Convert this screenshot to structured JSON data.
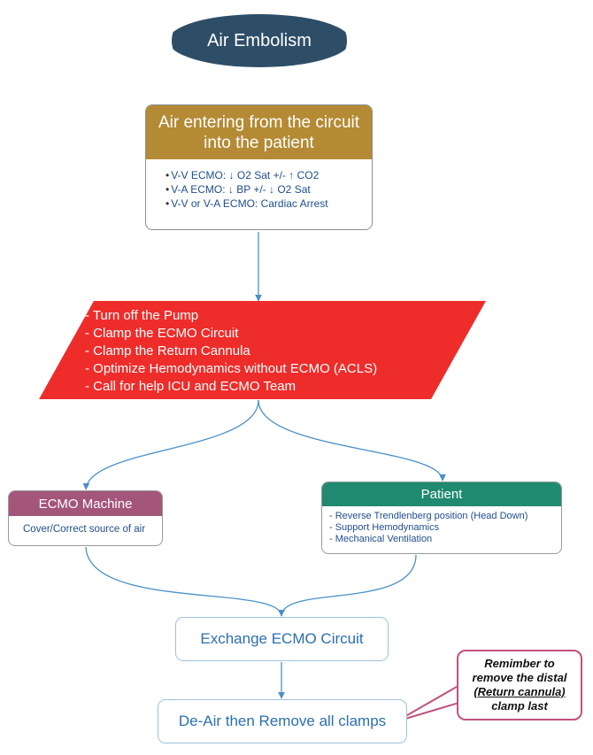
{
  "title": "Air Embolism",
  "entry": {
    "header": "Air entering from the circuit into the patient",
    "items": [
      "V-V ECMO: ↓ O2 Sat +/- ↑ CO2",
      "V-A ECMO: ↓ BP +/- ↓ O2 Sat",
      "V-V or V-A ECMO: Cardiac Arrest"
    ]
  },
  "actions": [
    "- Turn off the Pump",
    "- Clamp the ECMO Circuit",
    "- Clamp the Return Cannula",
    "- Optimize Hemodynamics without ECMO (ACLS)",
    "- Call for help ICU and ECMO Team"
  ],
  "machine": {
    "header": "ECMO Machine",
    "body": "Cover/Correct source of air"
  },
  "patient": {
    "header": "Patient",
    "items": [
      "- Reverse Trendlenberg position (Head Down)",
      "- Support Hemodynamics",
      "- Mechanical Ventilation"
    ]
  },
  "exchange": "Exchange ECMO Circuit",
  "deair": "De-Air then Remove all clamps",
  "note": {
    "line1": "Remimber to",
    "line2": "remove the distal",
    "line3": "(Return cannula)",
    "line4": "clamp last"
  },
  "colors": {
    "title_fill": "#2e4e68",
    "entry_header": "#b48a34",
    "actions_fill": "#ee2d2b",
    "machine_header": "#a3557a",
    "patient_header": "#1f8a70",
    "connector": "#4a90c8",
    "note_border": "#c0527f"
  }
}
